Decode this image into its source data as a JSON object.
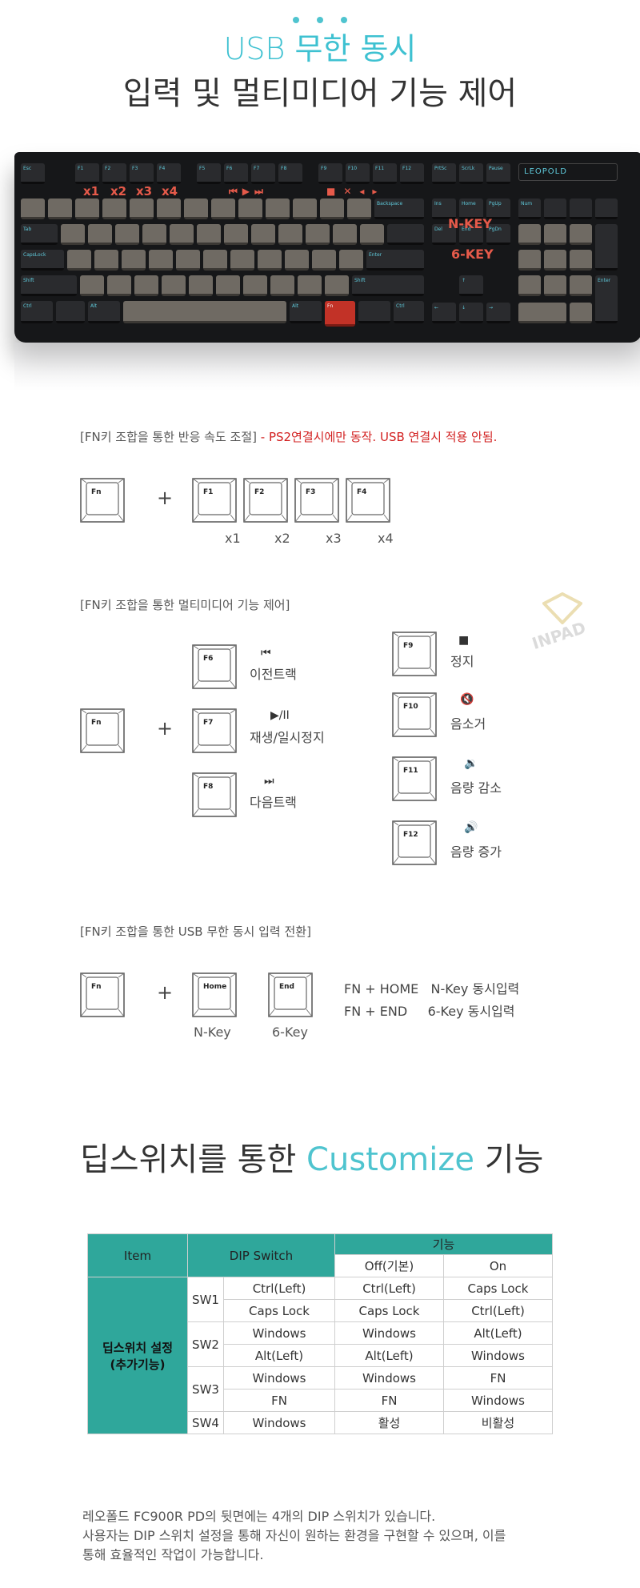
{
  "header": {
    "title_line1": "USB 무한 동시",
    "title_line2": "입력 및 멀티미디어 기능 제어"
  },
  "keyboard": {
    "brand": "LEOPOLD",
    "mult_labels": [
      "x1",
      "x2",
      "x3",
      "x4"
    ],
    "nkey_label": "N-KEY",
    "sixkey_label": "6-KEY",
    "keys": {
      "esc": "Esc",
      "f1": "F1",
      "f2": "F2",
      "f3": "F3",
      "f4": "F4",
      "f5": "F5",
      "f6": "F6",
      "f7": "F7",
      "f8": "F8",
      "f9": "F9",
      "f10": "F10",
      "f11": "F11",
      "f12": "F12",
      "prt": "PrtSc",
      "scr": "ScrLk",
      "pause": "Pause",
      "backspace": "Backspace",
      "tab": "Tab",
      "caps": "CapsLock",
      "enter": "Enter",
      "shift": "Shift",
      "ctrl": "Ctrl",
      "alt": "Alt",
      "fn": "Fn",
      "ins": "Ins",
      "home": "Home",
      "pgup": "PgUp",
      "del": "Del",
      "end": "End",
      "pgdn": "PgDn",
      "num": "Num",
      "numenter": "Enter"
    }
  },
  "section1": {
    "title": "[FN키 조합을 통한 반응 속도 조절]",
    "note": " - PS2연결시에만 동작. USB 연결시 적용 안됨.",
    "fn_key": "Fn",
    "keys": [
      "F1",
      "F2",
      "F3",
      "F4"
    ],
    "labels": [
      "x1",
      "x2",
      "x3",
      "x4"
    ]
  },
  "section2": {
    "title": "[FN키 조합을 통한 멀티미디어 기능 제어]",
    "fn_key": "Fn",
    "items": [
      {
        "key": "F6",
        "icon": "⏮",
        "text": "이전트랙"
      },
      {
        "key": "F7",
        "icon": "▶/II",
        "text": "재생/일시정지"
      },
      {
        "key": "F8",
        "icon": "⏭",
        "text": "다음트랙"
      },
      {
        "key": "F9",
        "icon": "■",
        "text": "정지"
      },
      {
        "key": "F10",
        "icon": "🔇",
        "text": "음소거"
      },
      {
        "key": "F11",
        "icon": "🔉",
        "text": "음량 감소"
      },
      {
        "key": "F12",
        "icon": "🔊",
        "text": "음량 증가"
      }
    ]
  },
  "section3": {
    "title": "[FN키 조합을 통한 USB 무한 동시 입력 전환]",
    "fn_key": "Fn",
    "home_key": "Home",
    "end_key": "End",
    "home_label": "N-Key",
    "end_label": "6-Key",
    "desc1": "FN + HOME   N-Key 동시입력",
    "desc2": "FN + END     6-Key 동시입력"
  },
  "custom": {
    "pre": "딥스위치를 통한 ",
    "accent": "Customize",
    "post": " 기능"
  },
  "table": {
    "h_item": "Item",
    "h_dip": "DIP Switch",
    "h_func": "기능",
    "h_off": "Off(기본)",
    "h_on": "On",
    "row_label1": "딥스위치 설정",
    "row_label2": "(추가기능)",
    "rows": [
      {
        "sw": "SW1",
        "dip": "Ctrl(Left)",
        "off": "Ctrl(Left)",
        "on": "Caps Lock"
      },
      {
        "sw": "",
        "dip": "Caps Lock",
        "off": "Caps Lock",
        "on": "Ctrl(Left)"
      },
      {
        "sw": "SW2",
        "dip": "Windows",
        "off": "Windows",
        "on": "Alt(Left)"
      },
      {
        "sw": "",
        "dip": "Alt(Left)",
        "off": "Alt(Left)",
        "on": "Windows"
      },
      {
        "sw": "SW3",
        "dip": "Windows",
        "off": "Windows",
        "on": "FN"
      },
      {
        "sw": "",
        "dip": "FN",
        "off": "FN",
        "on": "Windows"
      },
      {
        "sw": "SW4",
        "dip": "Windows",
        "off": "활성",
        "on": "비활성"
      }
    ]
  },
  "footer": {
    "line1": "레오폴드 FC900R PD의 뒷면에는 4개의 DIP 스위치가 있습니다.",
    "line2": "사용자는 DIP 스위치 설정을 통해 자신이 원하는 환경을 구현할 수 있으며, 이를",
    "line3": "통해 효율적인 작업이 가능합니다."
  },
  "watermark": "INPAD"
}
